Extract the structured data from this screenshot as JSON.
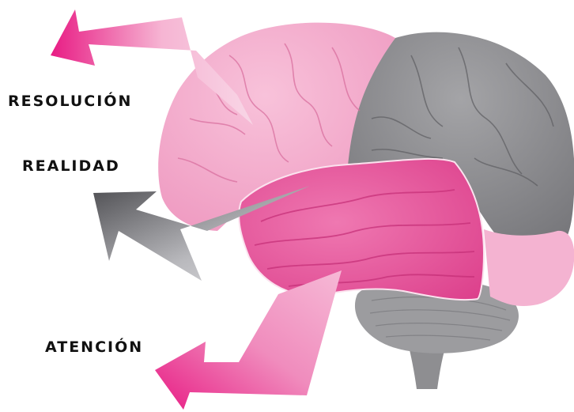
{
  "labels": {
    "resolucion": "RESOLUCIÓN",
    "realidad": "REALIDAD",
    "atencion": "ATENCIÓN"
  },
  "colors": {
    "frontal_lobe": "#f3a9cb",
    "temporal_lobe": "#e9569e",
    "parietal_occipital": "#8d8d8f",
    "cerebellum_brainstem": "#a3a3a5",
    "arrow_pink": "#e81c84",
    "arrow_gray": "#5a5a5e",
    "text": "#111111"
  },
  "arrows": [
    {
      "name": "arrow-resolucion",
      "color": "pink",
      "points_to": "RESOLUCIÓN"
    },
    {
      "name": "arrow-realidad",
      "color": "gray",
      "points_to": "REALIDAD"
    },
    {
      "name": "arrow-atencion",
      "color": "pink",
      "points_to": "ATENCIÓN"
    }
  ]
}
